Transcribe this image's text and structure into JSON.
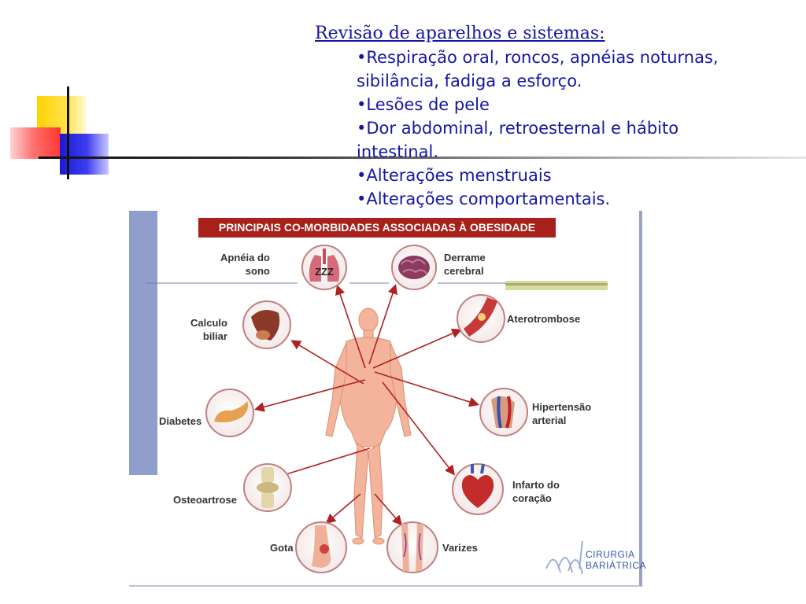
{
  "heading": "Revisão de aparelhos e sistemas:",
  "bullets": [
    "•Respiração oral, roncos, apnéias noturnas, sibilância, fadiga a esforço.",
    "•Lesões de pele",
    "•Dor abdominal, retroesternal e hábito intestinal.",
    "•Alterações menstruais",
    "•Alterações comportamentais."
  ],
  "figure": {
    "title": "PRINCIPAIS CO-MORBIDADES ASSOCIADAS À OBESIDADE",
    "labels": {
      "apneia": "Apnéia do\nsono",
      "derrame": "Derrame\ncerebral",
      "calculo": "Calculo\nbiliar",
      "aterotrombose": "Aterotrombose",
      "diabetes": "Diabetes",
      "hipertensao": "Hipertensão\narterial",
      "osteoartrose": "Osteoartrose",
      "infarto": "Infarto do\ncoração",
      "gota": "Gota",
      "varizes": "Varizes"
    },
    "zzz": "ZZZ",
    "logo": "CIRURGIA\nBARIÁTRICA"
  },
  "colors": {
    "text": "#1515a8",
    "banner": "#a8201a",
    "skin": "#f4b49c",
    "circle_border": "#c08080"
  }
}
